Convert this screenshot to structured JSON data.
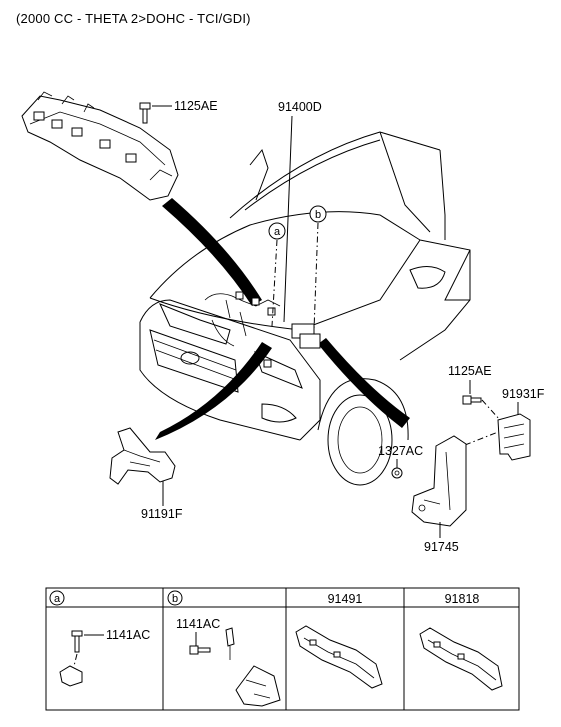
{
  "header": {
    "title": "(2000 CC - THETA 2>DOHC - TCI/GDI)"
  },
  "callouts": {
    "bolt_top": "1125AE",
    "main_harness": "91400D",
    "marker_a": "a",
    "marker_b": "b",
    "bolt_right": "1125AE",
    "bracket_right": "91931F",
    "nut": "1327AC",
    "protector_left": "91191F",
    "bracket_bottom": "91745"
  },
  "detail_table": {
    "headers": [
      "a",
      "b",
      "91491",
      "91818"
    ],
    "cells": [
      {
        "label": "1141AC"
      },
      {
        "label": "1141AC"
      },
      {
        "label": ""
      },
      {
        "label": ""
      }
    ]
  }
}
